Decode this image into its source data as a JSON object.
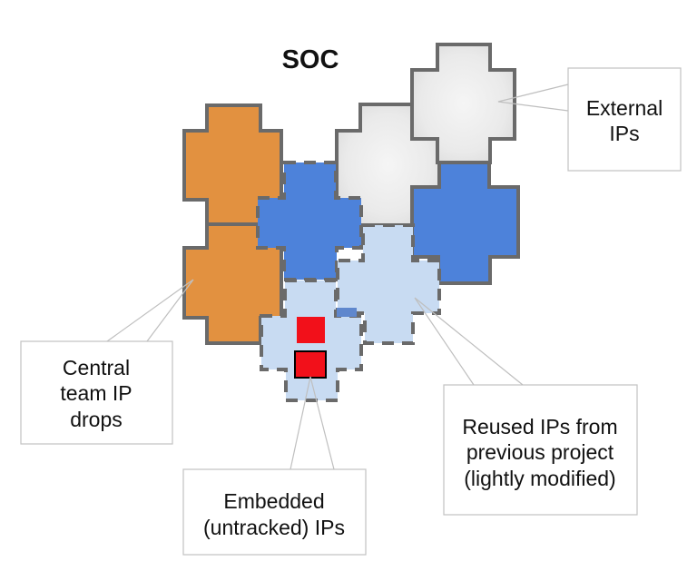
{
  "title": "SOC",
  "labels": {
    "external": {
      "text": "External IPs",
      "lines": [
        "External",
        "IPs"
      ]
    },
    "central": {
      "text": "Central team IP drops",
      "lines": [
        "Central",
        "team IP",
        "drops"
      ]
    },
    "embedded": {
      "text": "Embedded (untracked) IPs",
      "lines": [
        "Embedded",
        "(untracked) IPs"
      ]
    },
    "reused": {
      "text": "Reused IPs from previous project (lightly modified)",
      "lines": [
        "Reused IPs from",
        "previous project",
        "(lightly modified)"
      ]
    }
  },
  "colors": {
    "central_ip": "#E29140",
    "soc_ip_blue": "#4D82DA",
    "reused_ip_light_blue": "#C8DBF2",
    "external_ip_gray": "#E6E6E6",
    "embedded_ip_red": "#F2101A",
    "piece_border": "#6a6a6a",
    "callout_gray": "#bfbfbf",
    "dash_fragment_blue": "#5F87CD"
  }
}
